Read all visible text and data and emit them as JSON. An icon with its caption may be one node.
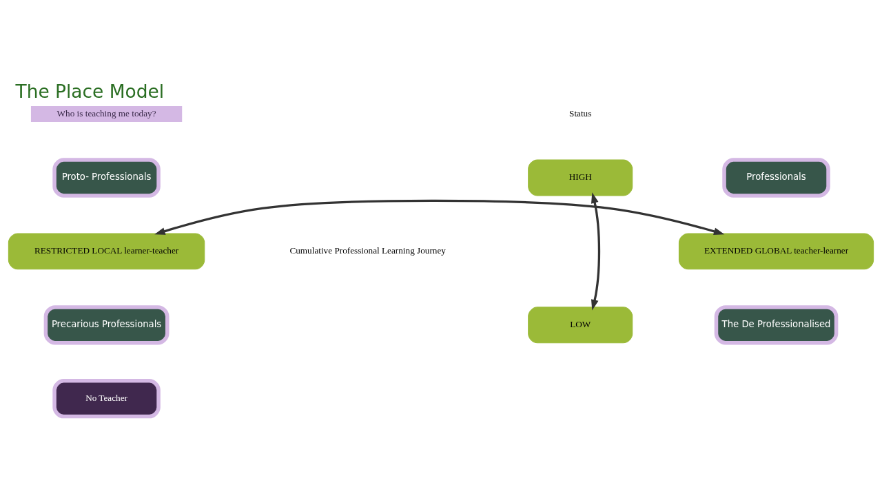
{
  "diagram": {
    "title": "The Place Model",
    "nodes": [
      {
        "text": [
          "Proto- Professionals"
        ]
      },
      {
        "text": [
          "HIGH"
        ]
      },
      {
        "text": [
          "Professionals"
        ]
      },
      {
        "text": [
          "RESTRICTED LOCAL learner-teacher"
        ]
      },
      {
        "text": [
          "EXTENDED GLOBAL teacher-learner"
        ]
      },
      {
        "text": [
          "Precarious Professionals"
        ]
      },
      {
        "text": [
          "LOW"
        ]
      },
      {
        "text": [
          "The De Professionalised"
        ]
      },
      {
        "text": [
          "No Teacher"
        ]
      }
    ],
    "edges": [
      {
        "from": 1,
        "to": 6,
        "arrow": "both"
      },
      {
        "from": 3,
        "to": 4,
        "arrow": "both"
      }
    ],
    "labels": [
      "Who is teaching me today?",
      "Status",
      "Cumulative Professional Learning Journey"
    ]
  }
}
